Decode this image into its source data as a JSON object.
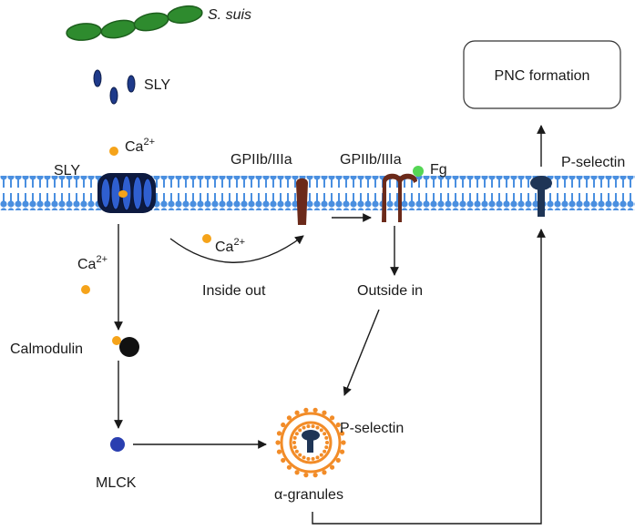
{
  "labels": {
    "bacterium": "S. suis",
    "sly_toxin": "SLY",
    "sly_pore": "SLY",
    "ca_top": "Ca",
    "ca_top_sup": "2+",
    "ca_mid": "Ca",
    "ca_mid_sup": "2+",
    "ca_left": "Ca",
    "ca_left_sup": "2+",
    "gpiib_1": "GPIIb/IIIa",
    "gpiib_2": "GPIIb/IIIa",
    "fg": "Fg",
    "pselectin_membrane": "P-selectin",
    "pnc": "PNC  formation",
    "inside_out": "Inside out",
    "outside_in": "Outside in",
    "calmodulin": "Calmodulin",
    "mlck": "MLCK",
    "pselectin_granule": "P-selectin",
    "granules": "α-granules"
  },
  "colors": {
    "membrane": "#4a8fe0",
    "membrane_dark": "#2f6fc4",
    "bacteria": "#2e8b2e",
    "toxin": "#1e3a8a",
    "calcium": "#f5a31a",
    "receptor": "#6b2a1a",
    "fibrinogen": "#55d655",
    "pselectin": "#1f3556",
    "calmodulin": "#111111",
    "mlck": "#2a3fb0",
    "granule": "#f28c28"
  }
}
